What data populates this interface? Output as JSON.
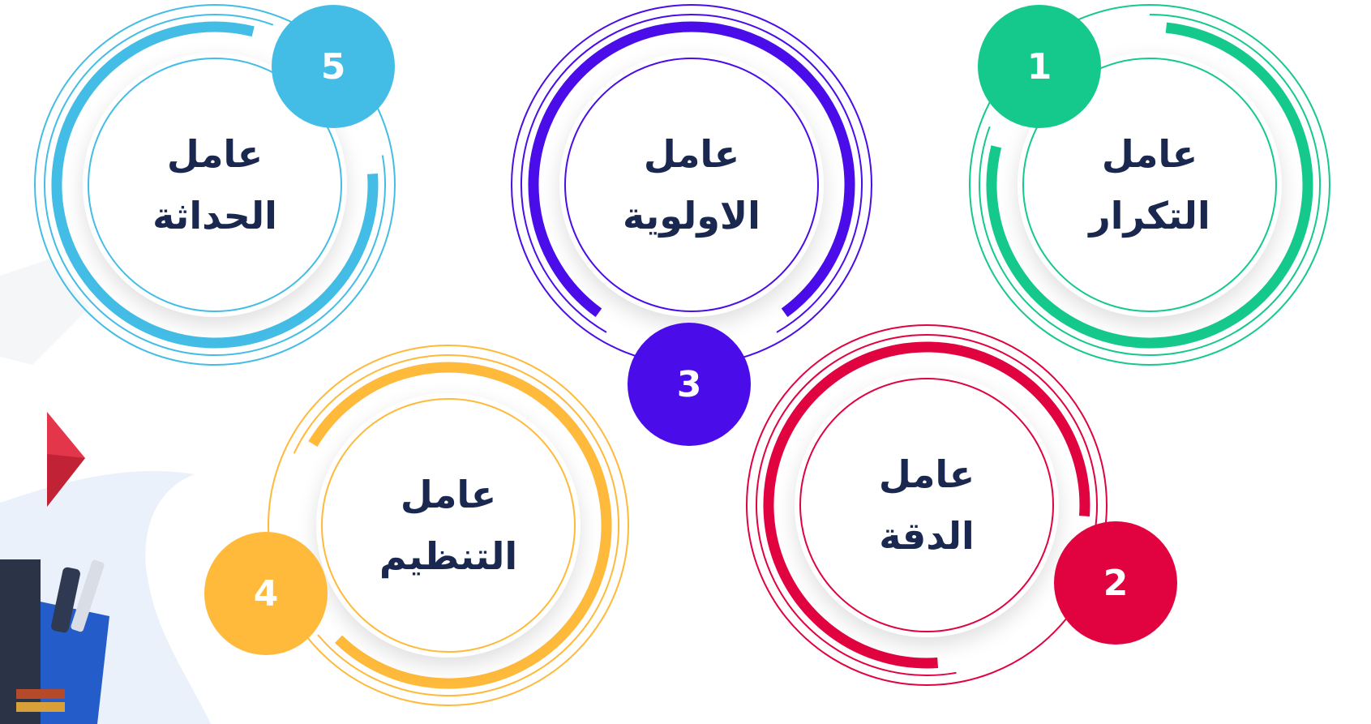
{
  "factors": [
    {
      "number": "1",
      "line1": "عامل",
      "line2": "التكرار",
      "color": "#15c98c"
    },
    {
      "number": "2",
      "line1": "عامل",
      "line2": "الدقة",
      "color": "#e0033f"
    },
    {
      "number": "3",
      "line1": "عامل",
      "line2": "الاولوية",
      "color": "#4a0ce8"
    },
    {
      "number": "4",
      "line1": "عامل",
      "line2": "التنظيم",
      "color": "#ffb93b"
    },
    {
      "number": "5",
      "line1": "عامل",
      "line2": "الحداثة",
      "color": "#44bde6"
    }
  ]
}
